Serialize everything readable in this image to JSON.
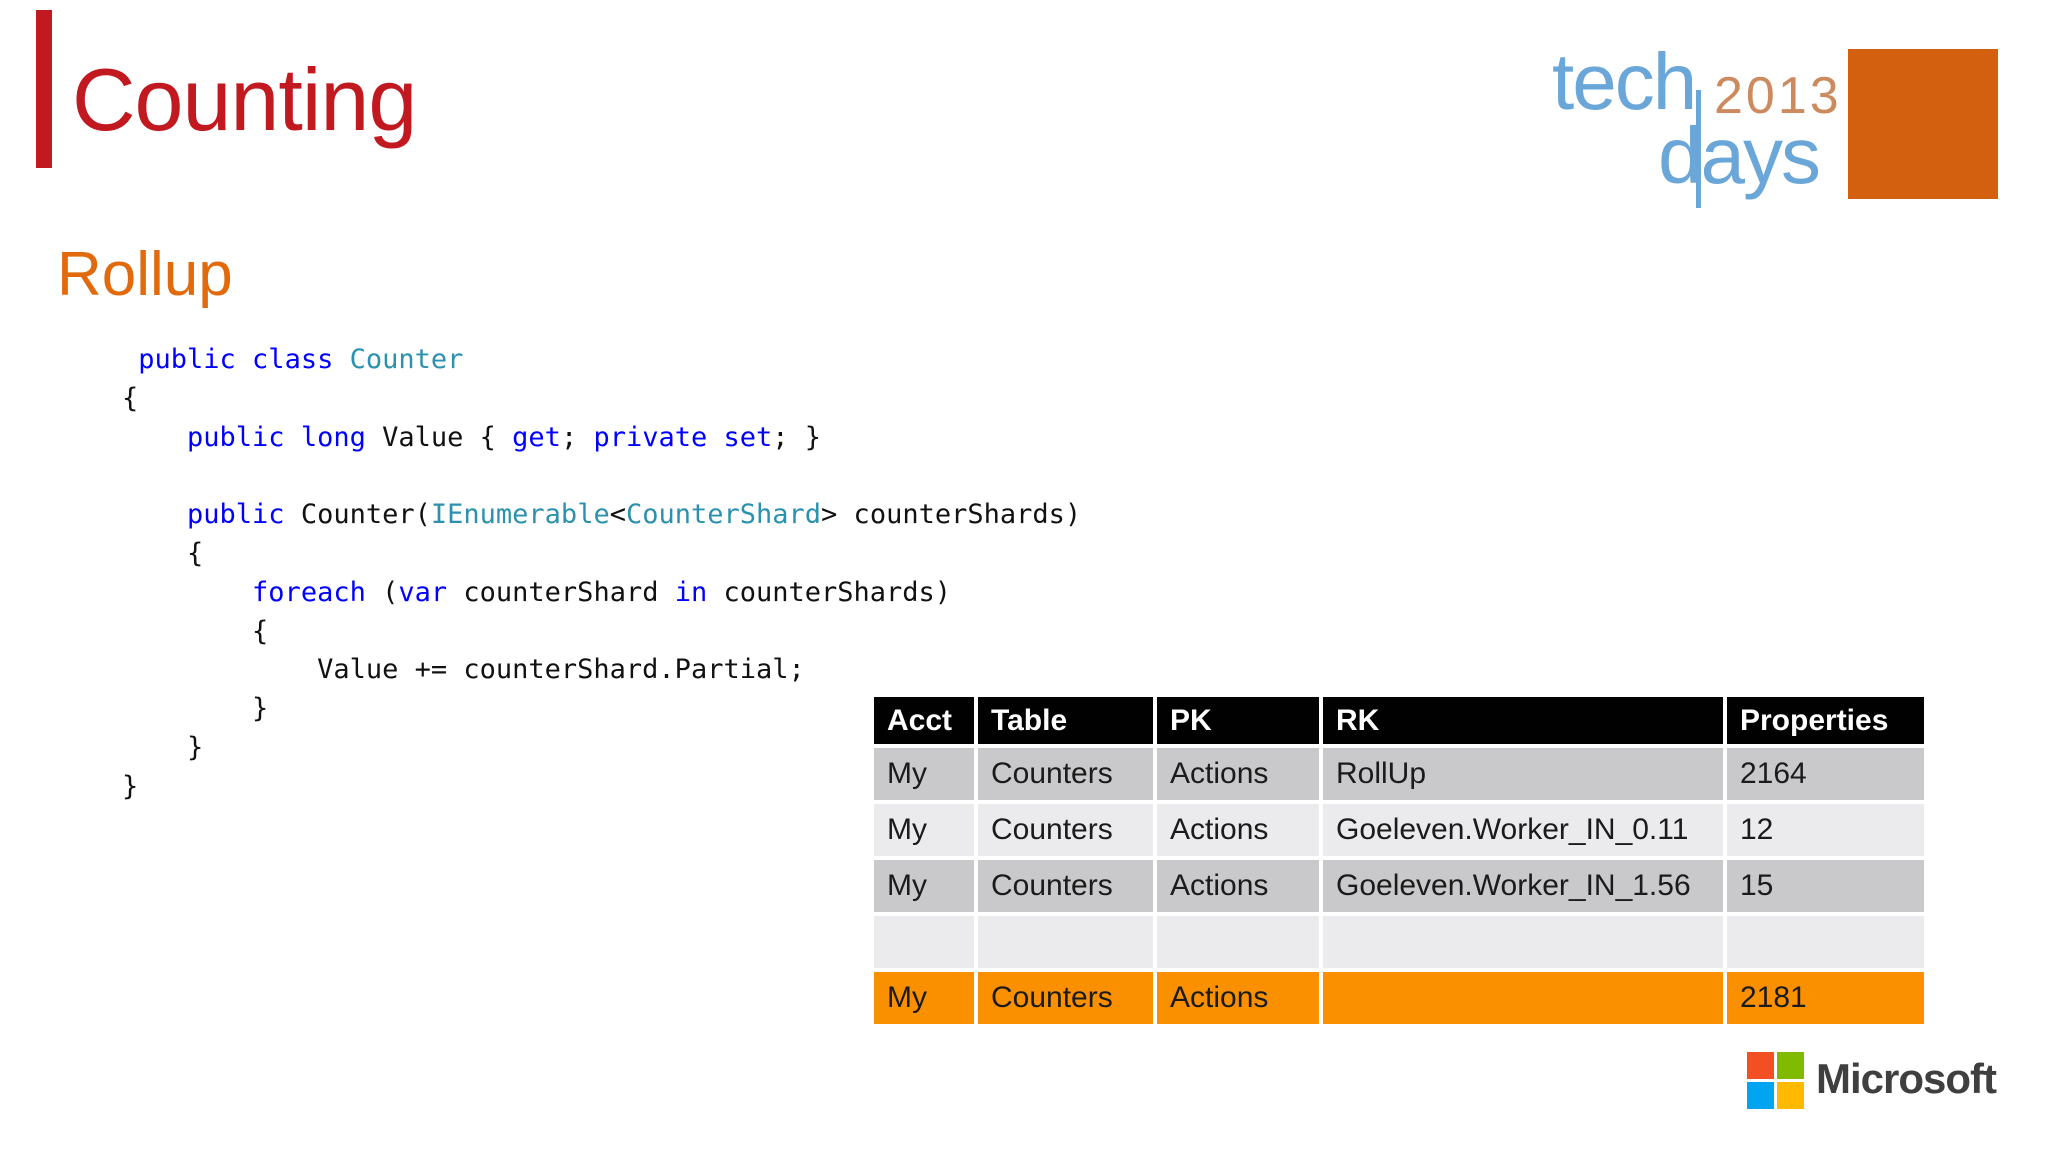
{
  "slide": {
    "title": "Counting",
    "subtitle": "Rollup"
  },
  "techdays_logo": {
    "tech": "tech",
    "year": "2013",
    "days": "days",
    "text_blue": "#6aa7d8",
    "year_color": "#cd8a5e",
    "square_color": "#d2600f"
  },
  "colors": {
    "title_red": "#c2181f",
    "subtitle_orange": "#e16b0c",
    "accent_bar_red": "#c2181f",
    "code_keyword": "#0000ff",
    "code_type": "#2b91af",
    "code_plain": "#111111",
    "table_header_bg": "#010101",
    "table_header_fg": "#ffffff",
    "table_row_dark": "#c9c8ca",
    "table_row_light": "#ebeaec",
    "table_row_orange": "#fa9000"
  },
  "code": {
    "lines": [
      [
        [
          "p",
          " "
        ],
        [
          "k",
          "public class"
        ],
        [
          "p",
          " "
        ],
        [
          "t",
          "Counter"
        ]
      ],
      [
        [
          "p",
          "{"
        ]
      ],
      [
        [
          "p",
          "    "
        ],
        [
          "k",
          "public long"
        ],
        [
          "p",
          " Value { "
        ],
        [
          "k",
          "get"
        ],
        [
          "p",
          "; "
        ],
        [
          "k",
          "private set"
        ],
        [
          "p",
          "; }"
        ]
      ],
      [],
      [
        [
          "p",
          "    "
        ],
        [
          "k",
          "public"
        ],
        [
          "p",
          " Counter("
        ],
        [
          "t",
          "IEnumerable"
        ],
        [
          "p",
          "<"
        ],
        [
          "t",
          "CounterShard"
        ],
        [
          "p",
          "> counterShards)"
        ]
      ],
      [
        [
          "p",
          "    {"
        ]
      ],
      [
        [
          "p",
          "        "
        ],
        [
          "k",
          "foreach"
        ],
        [
          "p",
          " ("
        ],
        [
          "k",
          "var"
        ],
        [
          "p",
          " counterShard "
        ],
        [
          "k",
          "in"
        ],
        [
          "p",
          " counterShards)"
        ]
      ],
      [
        [
          "p",
          "        {"
        ]
      ],
      [
        [
          "p",
          "            Value += counterShard.Partial;"
        ]
      ],
      [
        [
          "p",
          "        }"
        ]
      ],
      [
        [
          "p",
          "    }"
        ]
      ],
      [
        [
          "p",
          "}"
        ]
      ]
    ]
  },
  "table": {
    "headers": [
      "Acct",
      "Table",
      "PK",
      "RK",
      "Properties"
    ],
    "rows": [
      [
        "My",
        "Counters",
        "Actions",
        "RollUp",
        "2164"
      ],
      [
        "My",
        "Counters",
        "Actions",
        "Goeleven.Worker_IN_0.11",
        "12"
      ],
      [
        "My",
        "Counters",
        "Actions",
        "Goeleven.Worker_IN_1.56",
        "15"
      ],
      [
        "",
        "",
        "",
        "",
        ""
      ],
      [
        "My",
        "Counters",
        "Actions",
        "",
        "2181"
      ]
    ],
    "row_styles": [
      "dark",
      "light",
      "dark",
      "light",
      "orange"
    ]
  },
  "microsoft_logo": {
    "label": "Microsoft",
    "square_colors": [
      "#f25022",
      "#7fba00",
      "#00a4ef",
      "#ffb900"
    ],
    "text_color": "#3f3f3f"
  }
}
